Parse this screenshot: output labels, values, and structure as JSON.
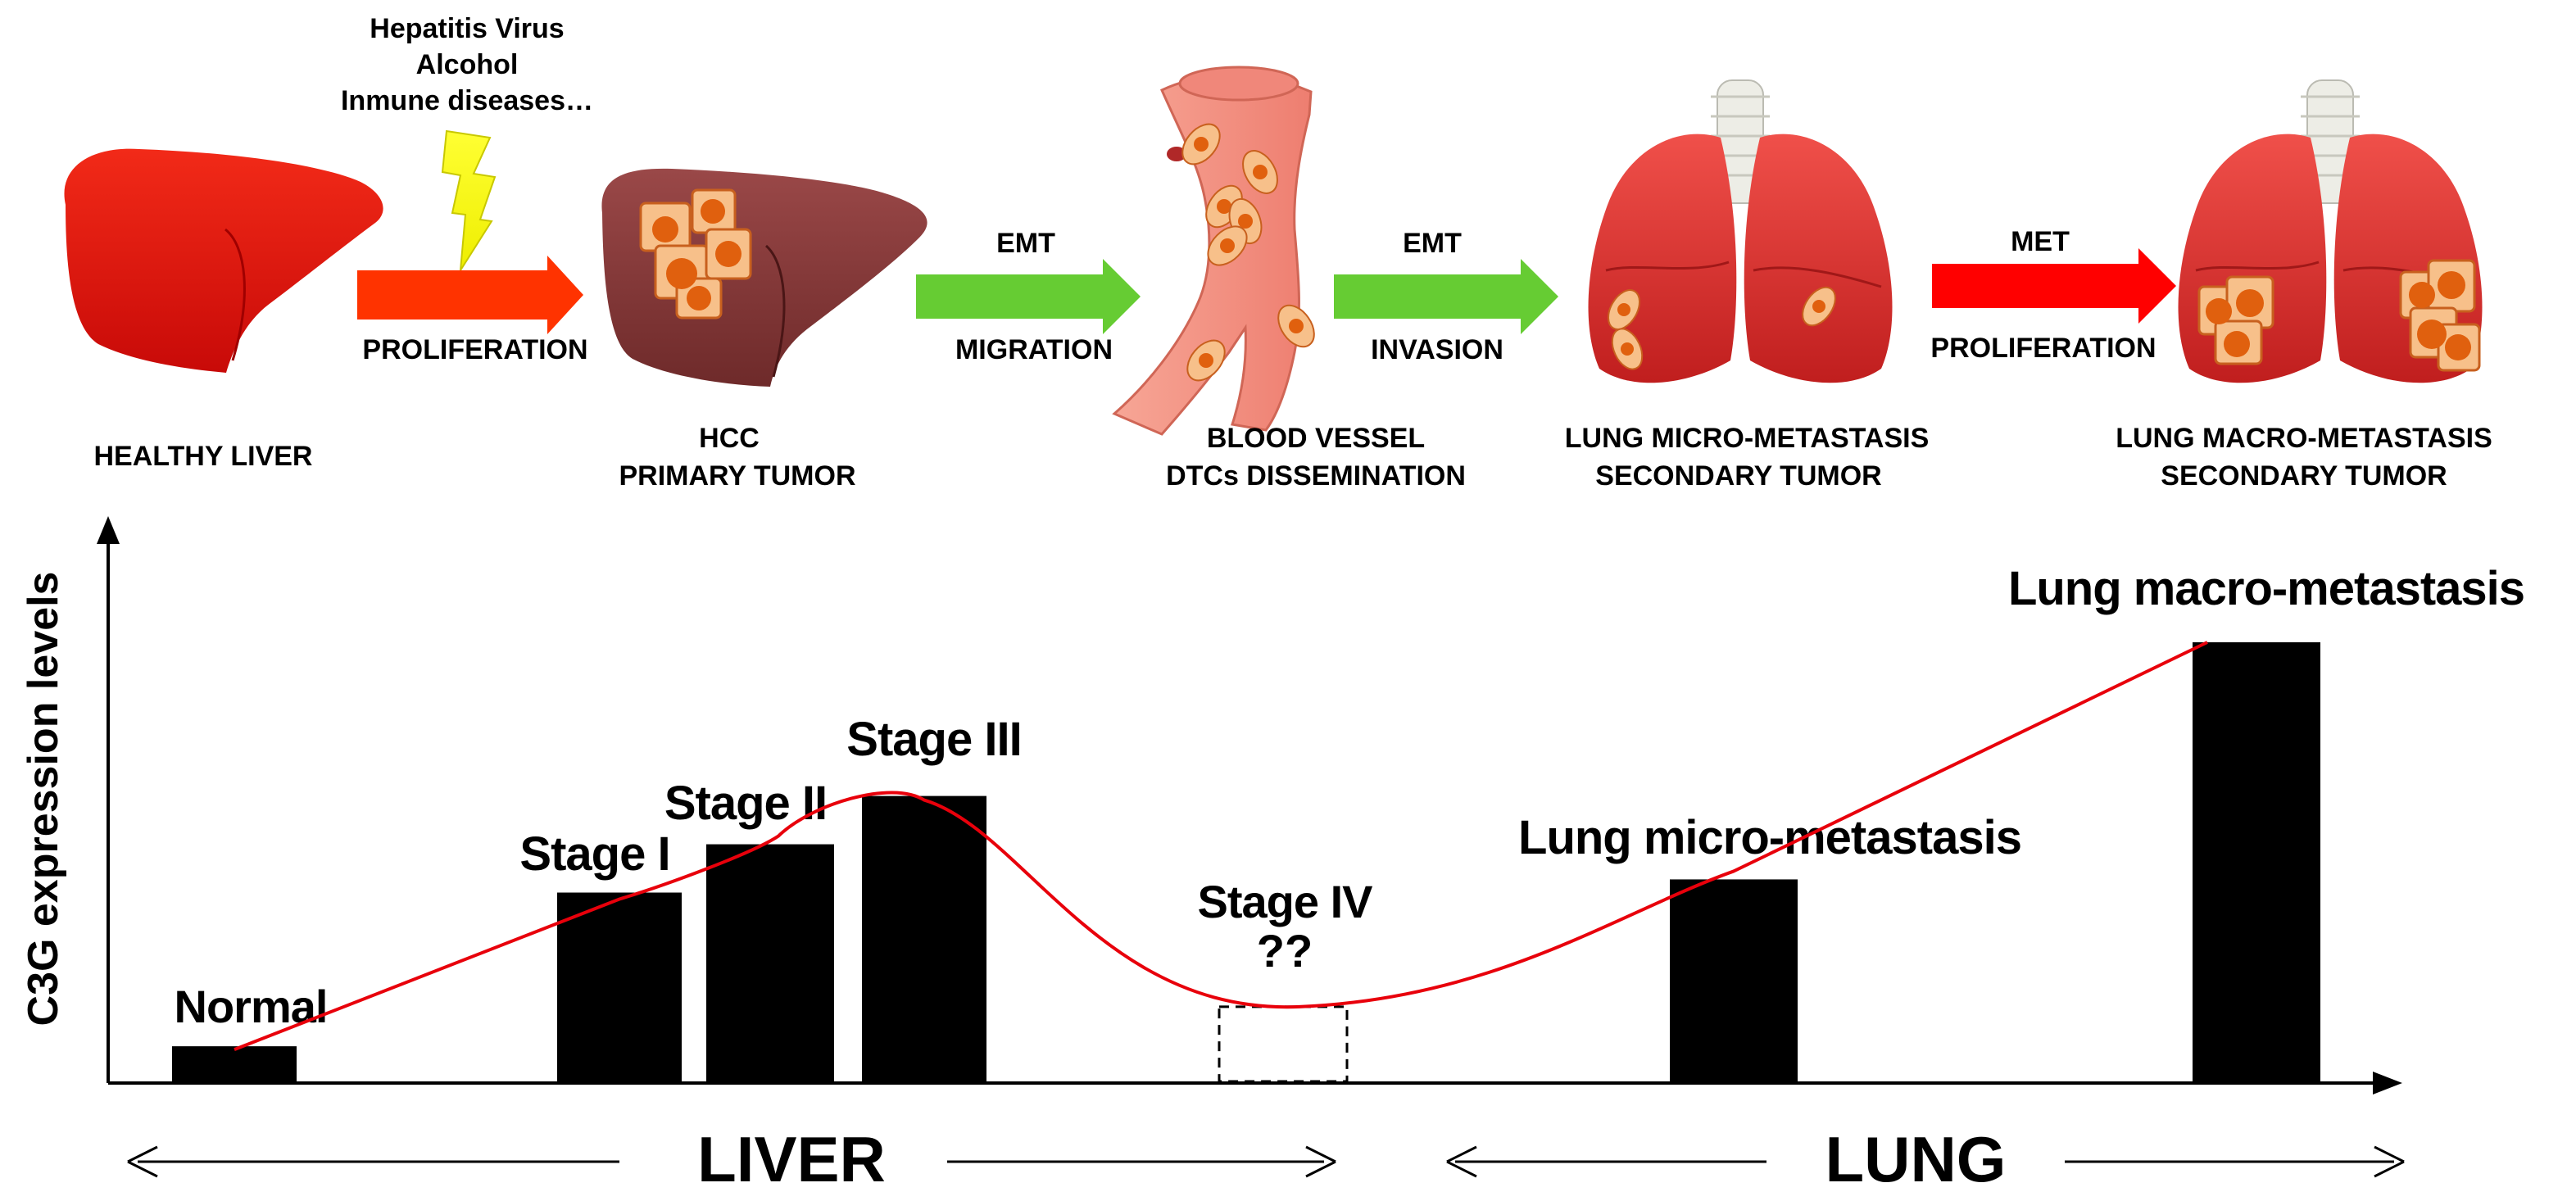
{
  "risk_factors": [
    "Hepatitis Virus",
    "Alcohol",
    "Inmune diseases…"
  ],
  "stages": [
    {
      "label_lines": [
        "HEALTHY LIVER"
      ]
    },
    {
      "label_lines": [
        "HCC",
        "PRIMARY TUMOR"
      ]
    },
    {
      "label_lines": [
        "BLOOD VESSEL",
        "DTCs DISSEMINATION"
      ]
    },
    {
      "label_lines": [
        "LUNG MICRO-METASTASIS",
        "SECONDARY TUMOR"
      ]
    },
    {
      "label_lines": [
        "LUNG MACRO-METASTASIS",
        "SECONDARY TUMOR"
      ]
    }
  ],
  "transitions": [
    {
      "top": "",
      "bottom": "PROLIFERATION",
      "color": "#FF3300"
    },
    {
      "top": "EMT",
      "bottom": "MIGRATION",
      "color": "#66CC33"
    },
    {
      "top": "EMT",
      "bottom": "INVASION",
      "color": "#66CC33"
    },
    {
      "top": "MET",
      "bottom": "PROLIFERATION",
      "color": "#FF0000"
    }
  ],
  "chart_data": {
    "type": "bar",
    "ylabel": "C3G expression levels",
    "categories": [
      "Normal",
      "Stage I",
      "Stage II",
      "Stage III",
      "Stage IV ??",
      "Lung micro-metastasis",
      "Lung macro-metastasis"
    ],
    "values": [
      0.08,
      0.43,
      0.54,
      0.65,
      0.17,
      0.46,
      1.0
    ],
    "unknown": [
      false,
      false,
      false,
      false,
      true,
      false,
      false
    ],
    "ylim": [
      0,
      1
    ],
    "trend_color": "#E8000B",
    "bar_color": "#000000"
  },
  "regions": {
    "left": "LIVER",
    "right": "LUNG"
  },
  "colors": {
    "liver": "#E0100E",
    "tumor_liver": "#8B3A3A",
    "lung": "#E23A3A",
    "cell": "#F7C08A",
    "vessel": "#F5978A"
  }
}
